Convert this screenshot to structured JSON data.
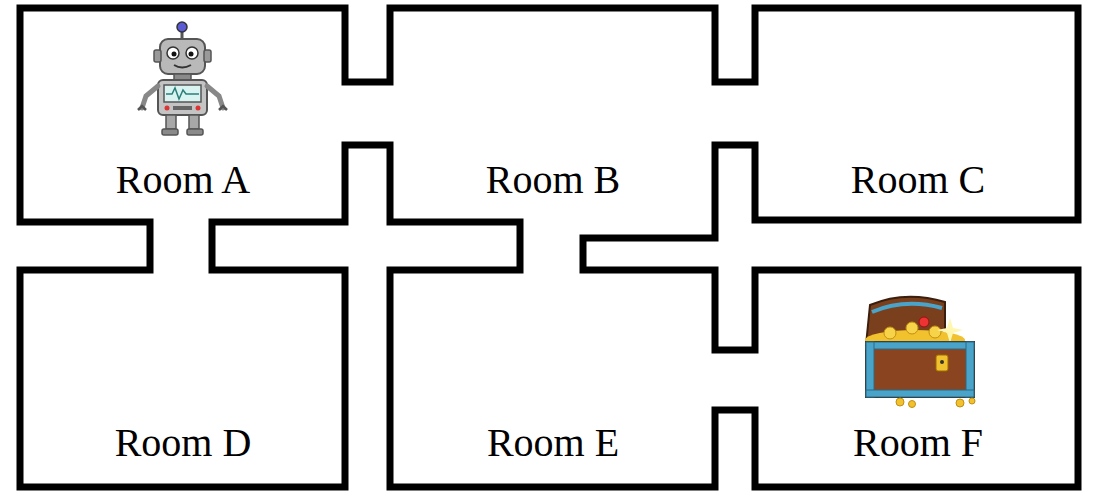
{
  "diagram": {
    "nodes": [
      {
        "text": [
          "Room A"
        ]
      },
      {
        "text": [
          "Room B"
        ]
      },
      {
        "text": [
          "Room C"
        ]
      },
      {
        "text": [
          "Room D"
        ]
      },
      {
        "text": [
          "Room E"
        ]
      },
      {
        "text": [
          "Room F"
        ]
      }
    ]
  }
}
